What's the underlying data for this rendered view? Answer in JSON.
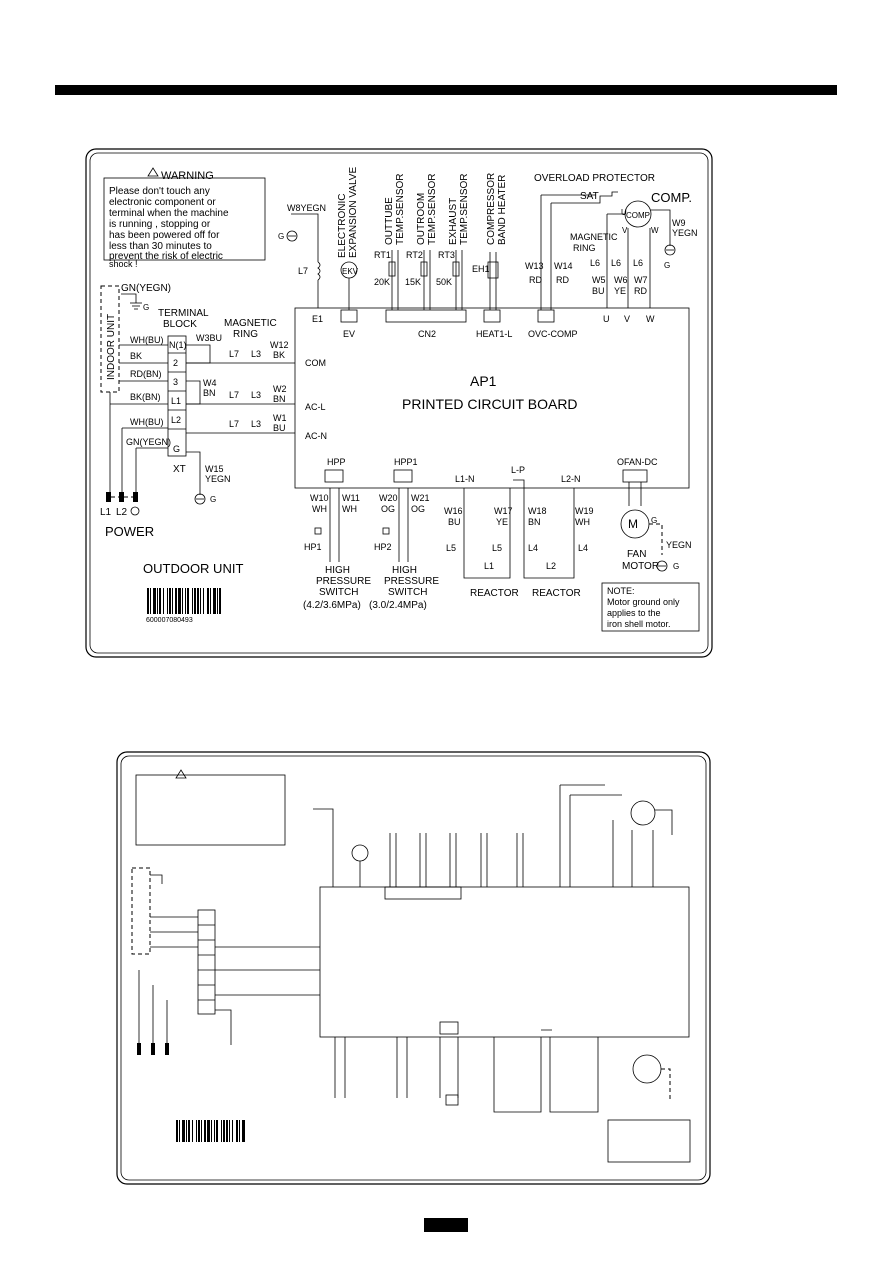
{
  "warning": {
    "title": "WARNING",
    "lines": [
      "Please don't touch any",
      "electronic component or",
      "terminal when the machine",
      "is running , stopping or",
      "has been powered off for",
      "less than 30 minutes to",
      "prevent the risk of electric",
      "shock !"
    ]
  },
  "labels": {
    "indoor_unit": "INDOOR UNIT",
    "gn_yegn": "GN(YEGN)",
    "terminal_block": [
      "TERMINAL",
      "BLOCK"
    ],
    "magnetic_ring": [
      "MAGNETIC",
      "RING"
    ],
    "w3bu": "W3BU",
    "wh_bu": "WH(BU)",
    "bk": "BK",
    "rd_bn": "RD(BN)",
    "bk_bn": "BK(BN)",
    "wh_bu2": "WH(BU)",
    "gn_yegn2": "GN(YEGN)",
    "tb_pins": [
      "N(1)",
      "2",
      "3",
      "L1",
      "L2",
      "G"
    ],
    "xt": "XT",
    "w4": [
      "W4",
      "BN"
    ],
    "l7": "L7",
    "l3": "L3",
    "w12": [
      "W12",
      "BK"
    ],
    "w2": [
      "W2",
      "BN"
    ],
    "w1": [
      "W1",
      "BU"
    ],
    "com": "COM",
    "acl": "AC-L",
    "acn": "AC-N",
    "w15": [
      "W15",
      "YEGN"
    ],
    "g": "G",
    "power": "POWER",
    "power_pins": [
      "L1",
      "L2"
    ],
    "outdoor_unit": "OUTDOOR UNIT",
    "barcode": "600007080493",
    "w8": "W8YEGN",
    "l7b": "L7",
    "e1": "E1",
    "eev": [
      "ELECTRONIC",
      "EXPANSION VALVE"
    ],
    "ekv": "EKV",
    "ev": "EV",
    "sensors": [
      [
        "OUTTUBE",
        "TEMP.SENSOR"
      ],
      [
        "OUTROOM",
        "TEMP.SENSOR"
      ],
      [
        "EXHAUST",
        "TEMP.SENSOR"
      ]
    ],
    "rt": [
      "RT1",
      "RT2",
      "RT3"
    ],
    "rt_val": [
      "20K",
      "15K",
      "50K"
    ],
    "cn2": "CN2",
    "heater": [
      "COMPRESSOR",
      "BAND HEATER"
    ],
    "eh1": "EH1",
    "heat": "HEAT1-L",
    "overload": "OVERLOAD PROTECTOR",
    "sat": "SAT",
    "w13": [
      "W13",
      "RD"
    ],
    "w14": [
      "W14",
      "RD"
    ],
    "ovc": "OVC-COMP",
    "comp": "COMP.",
    "comp_inner": "COMP",
    "uvw": [
      "U",
      "V",
      "W"
    ],
    "w9": [
      "W9",
      "YEGN"
    ],
    "mag_ring2": [
      "MAGNETIC",
      "RING"
    ],
    "l6": "L6",
    "w5": [
      "W5",
      "BU"
    ],
    "w6": [
      "W6",
      "YE"
    ],
    "w7": [
      "W7",
      "RD"
    ],
    "ap1": "AP1",
    "pcb": "PRINTED CIRCUIT BOARD",
    "hpp": "HPP",
    "hpp1": "HPP1",
    "l1n": "L1-N",
    "lp": "L-P",
    "l2n": "L2-N",
    "ofan": "OFAN-DC",
    "w10": [
      "W10",
      "WH"
    ],
    "w11": [
      "W11",
      "WH"
    ],
    "w20": [
      "W20",
      "OG"
    ],
    "w21": [
      "W21",
      "OG"
    ],
    "w16": [
      "W16",
      "BU"
    ],
    "w17": [
      "W17",
      "YE"
    ],
    "w18": [
      "W18",
      "BN"
    ],
    "w19": [
      "W19",
      "WH"
    ],
    "hp1": "HP1",
    "hp2": "HP2",
    "l5": "L5",
    "l4": "L4",
    "reactor_l1": "L1",
    "reactor_l2": "L2",
    "hps": [
      "HIGH",
      "PRESSURE",
      "SWITCH"
    ],
    "hps_val": [
      "(4.2/3.6MPa)",
      "(3.0/2.4MPa)"
    ],
    "reactor": "REACTOR",
    "m": "M",
    "fan_motor": [
      "FAN",
      "MOTOR"
    ],
    "yegn": "YEGN",
    "note": [
      "NOTE:",
      "Motor ground only",
      "applies to the",
      "iron shell motor."
    ]
  }
}
